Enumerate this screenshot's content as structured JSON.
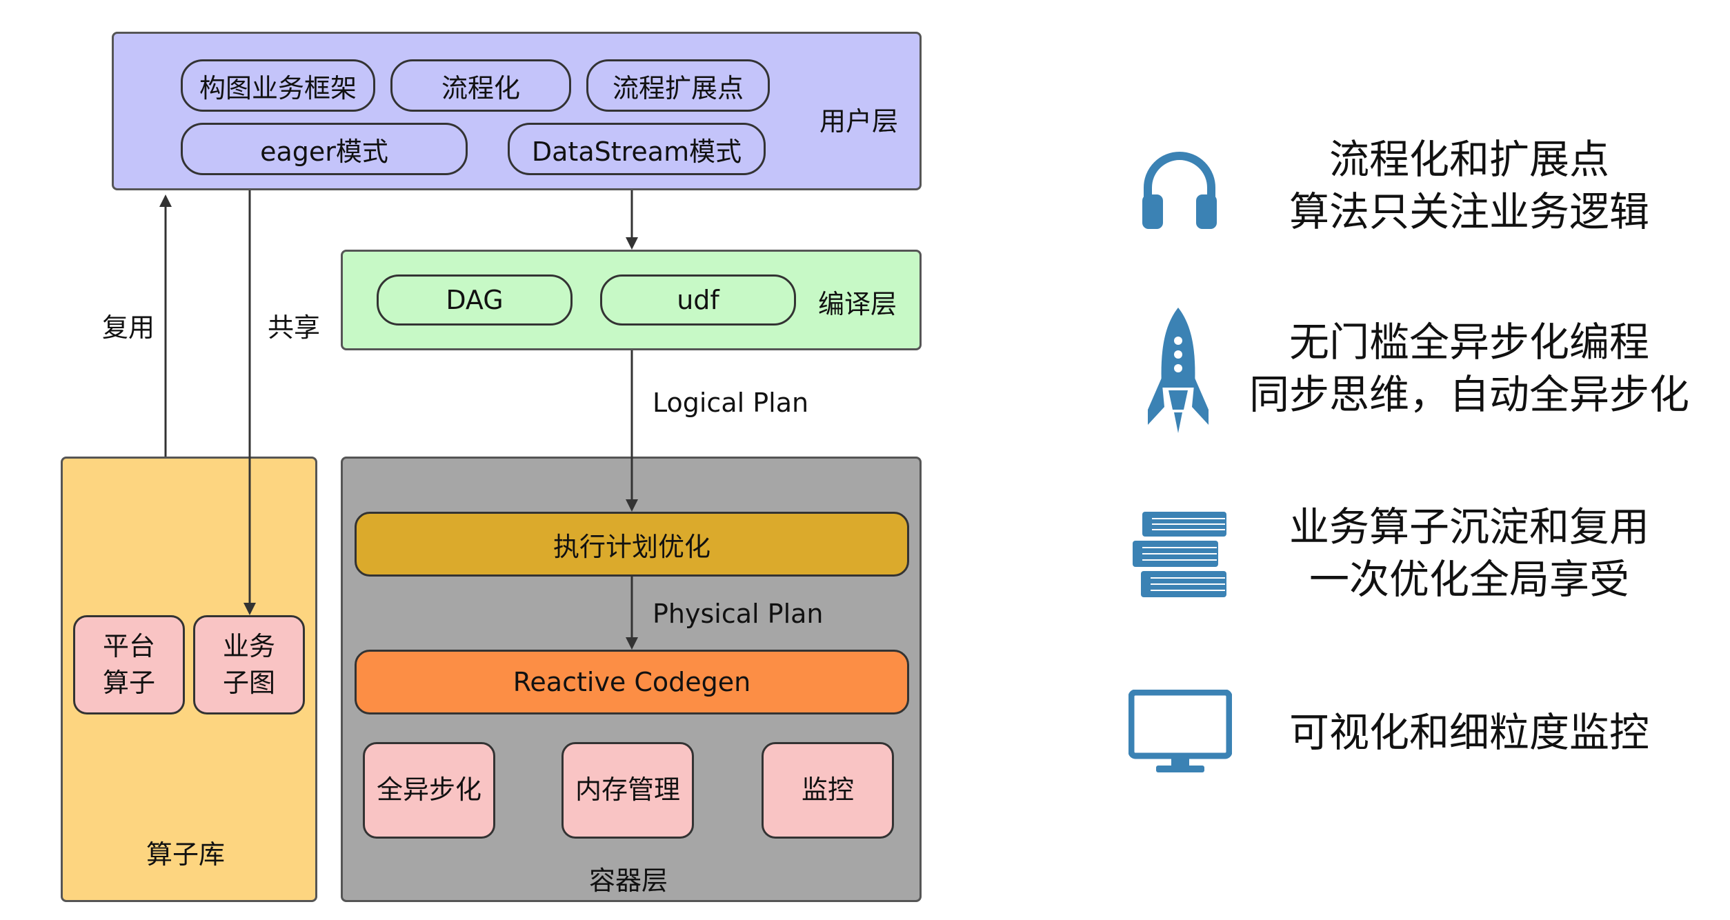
{
  "user_layer": {
    "label": "用户层",
    "items": [
      "构图业务框架",
      "流程化",
      "流程扩展点",
      "eager模式",
      "DataStream模式"
    ]
  },
  "compile_layer": {
    "label": "编译层",
    "items": [
      "DAG",
      "udf"
    ]
  },
  "edge_labels": {
    "reuse": "复用",
    "share": "共享",
    "logical_plan": "Logical Plan",
    "physical_plan": "Physical Plan"
  },
  "operator_library": {
    "label": "算子库",
    "items": [
      {
        "line1": "平台",
        "line2": "算子"
      },
      {
        "line1": "业务",
        "line2": "子图"
      }
    ]
  },
  "container_layer": {
    "label": "容器层",
    "plan_optimization": "执行计划优化",
    "codegen": "Reactive Codegen",
    "items": [
      "全异步化",
      "内存管理",
      "监控"
    ]
  },
  "features": [
    {
      "icon": "headphones-icon",
      "line1": "流程化和扩展点",
      "line2": "算法只关注业务逻辑"
    },
    {
      "icon": "rocket-icon",
      "line1": "无门槛全异步化编程",
      "line2": "同步思维，自动全异步化"
    },
    {
      "icon": "books-icon",
      "line1": "业务算子沉淀和复用",
      "line2": "一次优化全局享受"
    },
    {
      "icon": "monitor-icon",
      "line1": "可视化和细粒度监控",
      "line2": ""
    }
  ],
  "colors": {
    "user_layer": "#C4C4FA",
    "compile_layer": "#C7F9C6",
    "operator_library": "#FDD580",
    "container_layer": "#A6A6A6",
    "small_box": "#F9C4C4",
    "plan_optimization": "#DBAA2C",
    "codegen": "#FC8E45",
    "icon": "#3B82B4"
  }
}
